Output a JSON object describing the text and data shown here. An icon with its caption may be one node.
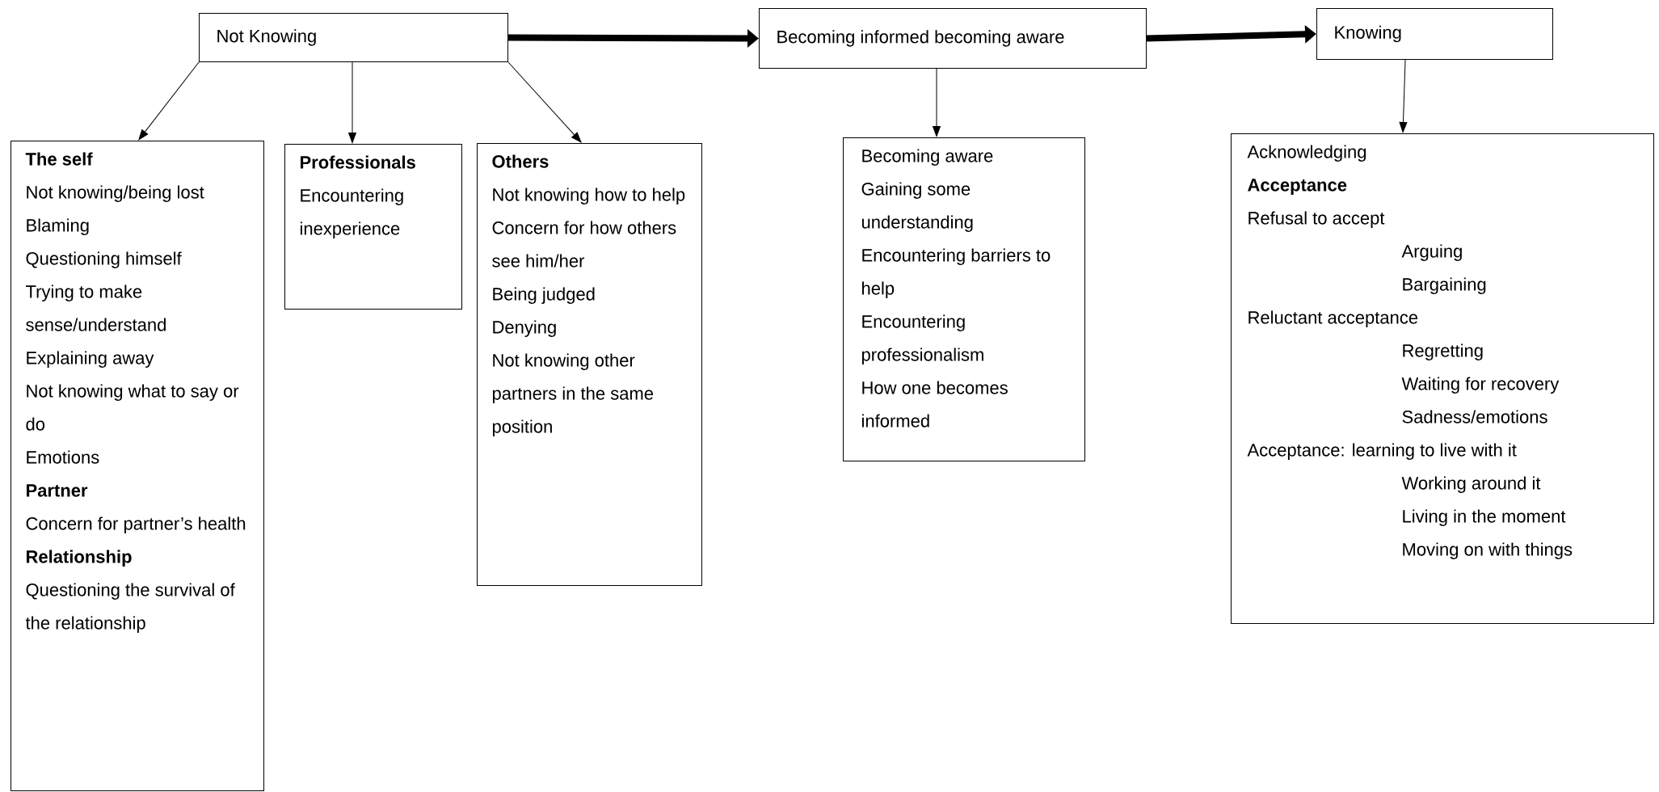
{
  "diagram": {
    "nodes": [
      {
        "text": [
          "Not Knowing"
        ]
      },
      {
        "text": [
          "Becoming informed becoming aware"
        ]
      },
      {
        "text": [
          "Knowing"
        ]
      },
      {
        "text": [
          "**The self**",
          "Not knowing/being lost",
          "Blaming",
          "Questioning himself",
          "Trying to make sense/understand",
          "Explaining away",
          "Not knowing what to say or do",
          "Emotions",
          "**Partner**",
          "Concern for partner’s health",
          "**Relationship**",
          "Questioning the survival of the relationship"
        ]
      },
      {
        "text": [
          "**Professionals**",
          "Encountering inexperience"
        ]
      },
      {
        "text": [
          "**Others**",
          "Not knowing how to help",
          "Concern for how others see him/her",
          "Being judged",
          "Denying",
          "Not knowing other partners in the same position"
        ]
      },
      {
        "text": [
          "Becoming aware",
          "Gaining some understanding",
          "Encountering barriers to help",
          "Encountering professionalism",
          "How one becomes informed"
        ]
      },
      {
        "text": [
          "Acknowledging",
          "**Acceptance**",
          "Refusal to accept",
          "Arguing",
          "Bargaining",
          "Reluctant acceptance",
          "Regretting",
          "Waiting for recovery",
          "Sadness/emotions",
          "Acceptance: learning to live with it",
          "Working around it",
          "Living in the moment",
          "Moving on with things"
        ]
      }
    ],
    "edges": [
      {
        "from": 0,
        "to": 1,
        "arrow": "to",
        "style": "thick"
      },
      {
        "from": 1,
        "to": 2,
        "arrow": "to",
        "style": "thick"
      },
      {
        "from": 0,
        "to": 3,
        "arrow": "to"
      },
      {
        "from": 0,
        "to": 4,
        "arrow": "to"
      },
      {
        "from": 0,
        "to": 5,
        "arrow": "to"
      },
      {
        "from": 1,
        "to": 6,
        "arrow": "to"
      },
      {
        "from": 2,
        "to": 7,
        "arrow": "to"
      }
    ]
  }
}
